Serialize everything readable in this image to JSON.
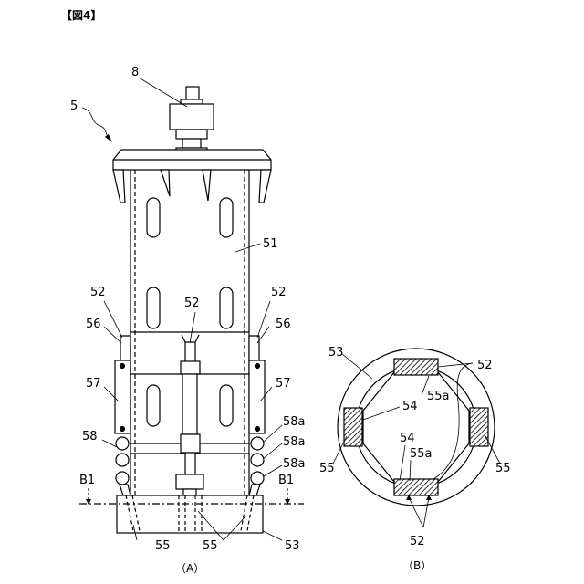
{
  "figure": {
    "title": "【図4】",
    "captions": {
      "a": "（A）",
      "b": "（B）"
    },
    "labels": {
      "n8": "8",
      "n5": "5",
      "n51": "51",
      "n52_left": "52",
      "n52_center": "52",
      "n52_right": "52",
      "n56_left": "56",
      "n56_right": "56",
      "n57_left": "57",
      "n57_right": "57",
      "n58": "58",
      "n58a_1": "58a",
      "n58a_2": "58a",
      "n58a_3": "58a",
      "b1_left": "B1",
      "b1_right": "B1",
      "n55_1": "55",
      "n55_2": "55",
      "n53_a": "53",
      "n53_b": "53",
      "n52_b": "52",
      "n55a_1": "55a",
      "n54_1": "54",
      "n54_2": "54",
      "n55a_2": "55a",
      "n55_left_b": "55",
      "n55_right_b": "55",
      "n52_bottom_b": "52"
    }
  }
}
